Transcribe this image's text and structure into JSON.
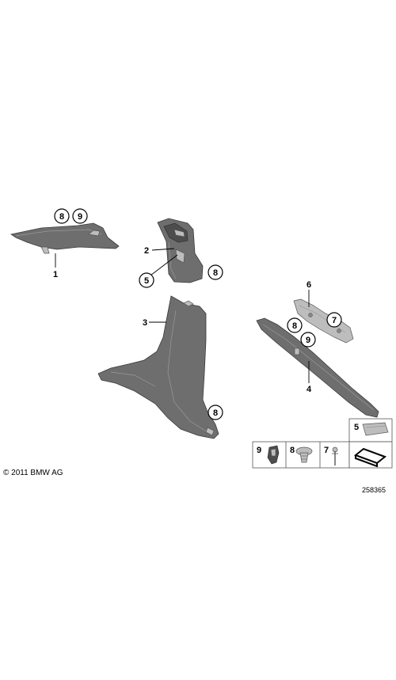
{
  "callouts": {
    "c8a": "8",
    "c9a": "9",
    "c1": "1",
    "c2": "2",
    "c5a": "5",
    "c8b": "8",
    "c3": "3",
    "c8c": "8",
    "c6": "6",
    "c7a": "7",
    "c8d": "8",
    "c9b": "9",
    "c4": "4"
  },
  "legend": {
    "k9": "9",
    "k8": "8",
    "k7": "7",
    "k5": "5"
  },
  "footer": {
    "copyright": "© 2011 BMW AG",
    "image_number": "258365"
  },
  "colors": {
    "part": "#6e6e6e",
    "outline": "#3a3a3a",
    "clip": "#bdbdbd"
  }
}
